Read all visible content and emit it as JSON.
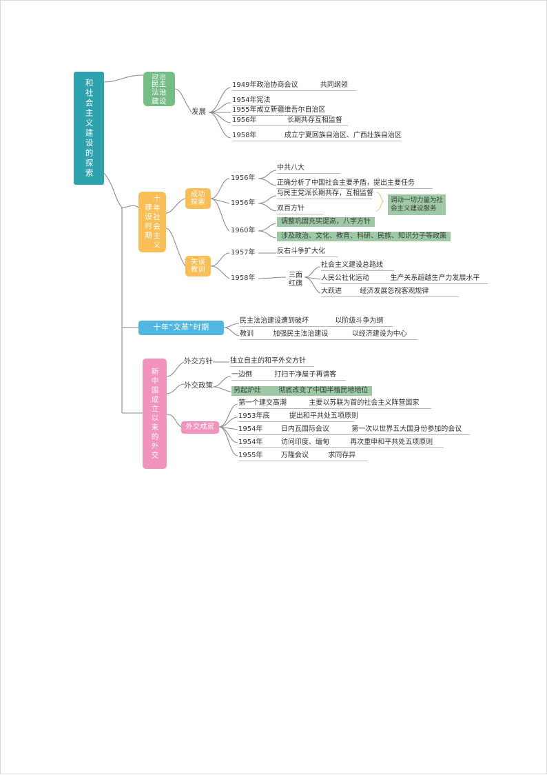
{
  "doc": {
    "type": "mind-map",
    "title_visible": false
  },
  "colors": {
    "root_teal": "#2fa3ad",
    "green": "#74bd84",
    "amber": "#f9be55",
    "cyan": "#52b7e0",
    "pink": "#f293bb",
    "highlight_green": "#9dc9a4",
    "line": "#8a8a8a",
    "underline": "#b9b9b9"
  },
  "nodes": {
    "root": "和社会主义建设的探索",
    "democracy": "民主法治建设",
    "democracy_clipped_line": "政治",
    "ten_year": "十年社会主义建设时期",
    "success": "成功探索",
    "mistake": "失误教训",
    "cultural_revolution": "十年“文革”时期",
    "diplomacy": "新中国成立以来的外交",
    "diplomatic_achievements": "外交成就"
  },
  "labels": {
    "development": "发展",
    "diplomatic_policy_line": "外交方针",
    "diplomatic_policy": "外交政策",
    "year_1956_a": "1956年",
    "year_1956_b": "1956年",
    "year_1960": "1960年",
    "year_1957": "1957年",
    "year_1958": "1958年",
    "three_red_banners": "三面\n红旗"
  },
  "democracy_rows": [
    {
      "year": "1949年政治协商会议",
      "detail": "共同纲领"
    },
    {
      "year": "1954年宪法",
      "detail": ""
    },
    {
      "year": "1955年成立新疆维吾尔自治区",
      "detail": ""
    },
    {
      "year": "1956年",
      "detail": "长期共存互相监督"
    },
    {
      "year": "1958年",
      "detail": "成立宁夏回族自治区、广西壮族自治区"
    }
  ],
  "success_rows": [
    {
      "year": "1956年",
      "items": [
        "中共八大",
        "正确分析了中国社会主要矛盾，提出主要任务"
      ],
      "highlight": [
        false,
        false
      ]
    },
    {
      "year": "1956年",
      "items": [
        "与民主党派长期共存，互相监督",
        "双百方针"
      ],
      "highlight": [
        false,
        false
      ]
    },
    {
      "year": "1960年",
      "items": [
        "调整巩固充实提高，八字方针",
        "涉及政治、文化、教育、科研、民族、知识分子等政策"
      ],
      "highlight": [
        true,
        true
      ]
    }
  ],
  "success_brace_note": "调动一切力量为社\n会主义建设服务",
  "mistake_rows": [
    {
      "year": "1957年",
      "group": "",
      "items": [
        {
          "text": "反右斗争扩大化",
          "detail": ""
        }
      ]
    },
    {
      "year": "1958年",
      "group": "三面\n红旗",
      "items": [
        {
          "text": "社会主义建设总路线",
          "detail": ""
        },
        {
          "text": "人民公社化运动",
          "detail": "生产关系超越生产力发展水平"
        },
        {
          "text": "大跃进",
          "detail": "经济发展忽视客观规律"
        }
      ]
    }
  ],
  "cultrev_rows": [
    {
      "left": "民主法治建设遭到破坏",
      "right": "以阶级斗争为纲"
    },
    {
      "left": "教训",
      "mid": "加强民主法治建设",
      "right": "以经济建设为中心"
    }
  ],
  "diplomacy_rows": {
    "policy_line": {
      "label": "外交方针",
      "text": "独立自主的和平外交方针"
    },
    "policies": [
      {
        "name": "一边倒",
        "text": "打扫干净屋子再请客",
        "highlight": false
      },
      {
        "name": "另起炉灶",
        "text": "彻底改变了中国半殖民地地位",
        "highlight": true
      }
    ],
    "achievements": [
      {
        "year": "第一个建交高潮",
        "text": "主要以苏联为首的社会主义阵营国家",
        "outside": true
      },
      {
        "year": "1953年底",
        "text": "提出和平共处五项原则"
      },
      {
        "year": "1954年",
        "text": "日内瓦国际会议",
        "extra": "第一次以世界五大国身份参加的会议"
      },
      {
        "year": "1954年",
        "text": "访问印度、缅甸",
        "extra": "再次重申和平共处五项原则"
      },
      {
        "year": "1955年",
        "text": "万隆会议",
        "extra": "求同存异"
      }
    ]
  }
}
